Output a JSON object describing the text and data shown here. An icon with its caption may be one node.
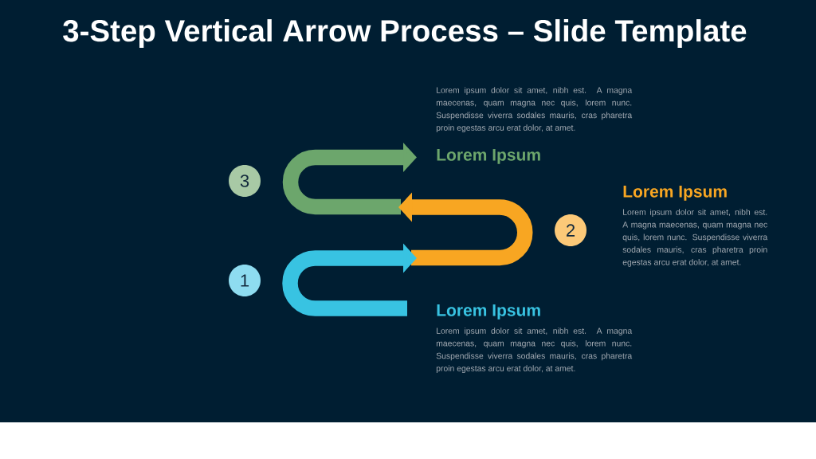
{
  "diagram": {
    "title": "3-Step Vertical Arrow Process – Slide Template",
    "nodes": [
      {
        "text": [
          "3"
        ]
      },
      {
        "text": [
          "2"
        ]
      },
      {
        "text": [
          "1"
        ]
      }
    ],
    "labels": [
      "Lorem ipsum dolor sit amet, nibh est. A magna maecenas, quam magna nec quis, lorem nunc. Suspendisse viverra sodales mauris, cras pharetra proin egestas arcu erat dolor, at amet.",
      "Lorem Ipsum",
      "Lorem Ipsum",
      "Lorem ipsum dolor sit amet, nibh est. A magna maecenas, quam magna nec quis, lorem nunc. Suspendisse viverra sodales mauris, cras pharetra proin egestas arcu erat dolor, at amet.",
      "Lorem Ipsum",
      "Lorem ipsum dolor sit amet, nibh est. A magna maecenas, quam magna nec quis, lorem nunc. Suspendisse viverra sodales mauris, cras pharetra proin egestas arcu erat dolor, at amet."
    ]
  }
}
